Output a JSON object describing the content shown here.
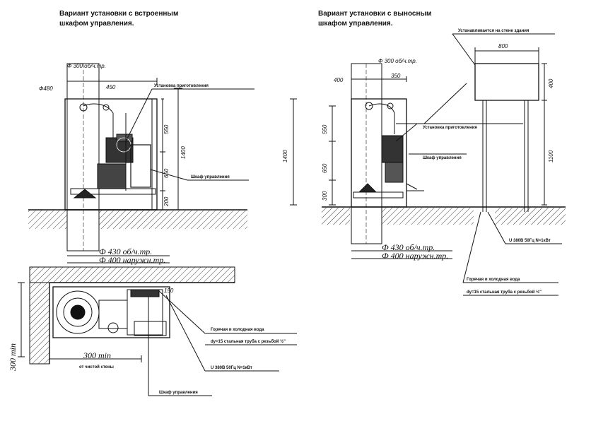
{
  "titles": {
    "left_line1": "Вариант установки с встроенным",
    "left_line2": "шкафом управления.",
    "right_line1": "Вариант установки с выносным",
    "right_line2": "шкафом управления."
  },
  "labels": {
    "pump_unit": "Установка приготовления",
    "cabinet": "Шкаф управления",
    "wall_mount": "Устанавливается на стене здания",
    "water_supply": "Горячая и холодная вода",
    "pipe_spec": "dу=15 стальная труба с резьбой ½\"",
    "power_spec": "U 380В  50Гц   N=1кВт"
  },
  "dims": {
    "d300": "Ф 300 об/ч.тр.",
    "d430": "Ф 430 об/ч.тр.",
    "d400": "Ф 400 наружн.тр.",
    "v480": "Ф480",
    "v450": "450",
    "v350": "350",
    "v150": "150",
    "v550": "550",
    "v650": "650",
    "v200": "200",
    "v300": "300",
    "v1400": "1400",
    "v800": "800",
    "v1100": "1100",
    "v400": "400",
    "min300_a": "300 min",
    "min300_b": "300 min",
    "from_wall": "от чистой стены"
  },
  "colors": {
    "ink": "#111111",
    "paper": "#ffffff"
  }
}
